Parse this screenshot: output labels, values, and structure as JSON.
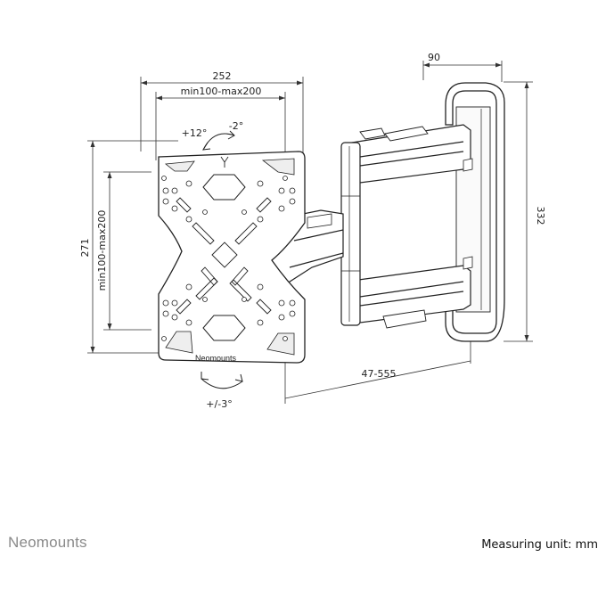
{
  "diagram": {
    "dimensions": {
      "plate_width": "252",
      "vesa_horizontal": "min100-max200",
      "depth": "90",
      "wall_plate_height": "332",
      "plate_height": "271",
      "vesa_vertical": "min100-max200",
      "extension": "47-555"
    },
    "angles": {
      "tilt_up": "+12°",
      "tilt_down": "-2°",
      "rotation": "+/-3°"
    },
    "plate_logo": "Neomounts"
  },
  "footer": {
    "brand": "Neomounts",
    "unit_note": "Measuring unit: mm"
  }
}
